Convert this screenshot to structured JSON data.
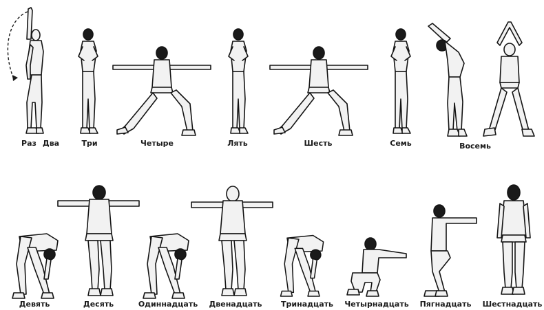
{
  "row1": [
    {
      "label": "Раз"
    },
    {
      "label": "Два"
    },
    {
      "label": "Три"
    },
    {
      "label": "Четыре"
    },
    {
      "label": "Лять"
    },
    {
      "label": "Шесть"
    },
    {
      "label": "Семь"
    },
    {
      "label": "Восемь"
    }
  ],
  "row2": [
    {
      "label": "Девять"
    },
    {
      "label": "Десять"
    },
    {
      "label": "Одиннадцать"
    },
    {
      "label": "Двенадцать"
    },
    {
      "label": "Тринадцать"
    },
    {
      "label": "Четырнадцать"
    },
    {
      "label": "Пягнадцать"
    },
    {
      "label": "Шестнадцать"
    }
  ]
}
